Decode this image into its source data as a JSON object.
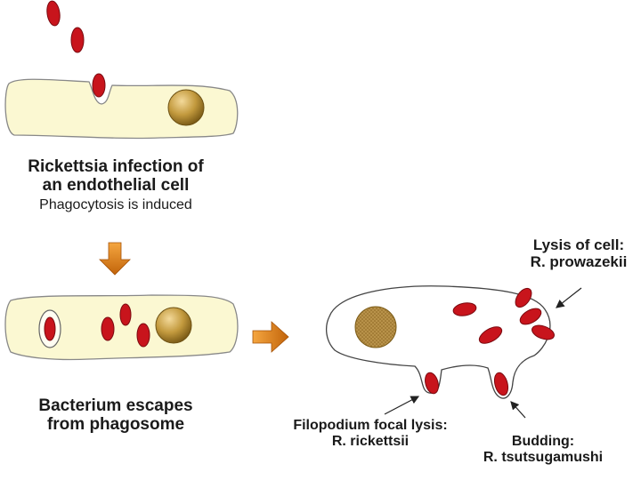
{
  "labels": {
    "infection_line1": "Rickettsia infection of",
    "infection_line2": "an endothelial cell",
    "infection_sub": "Phagocytosis is induced",
    "escape_line1": "Bacterium escapes",
    "escape_line2": "from phagosome",
    "lysis_line1": "Lysis of cell:",
    "lysis_line2": "R. prowazekii",
    "filopodium_line1": "Filopodium focal lysis:",
    "filopodium_line2": "R. rickettsii",
    "budding_line1": "Budding:",
    "budding_line2": "R. tsutsugamushi"
  },
  "colors": {
    "cell_fill": "#fbf8d2",
    "cell_stroke": "#888888",
    "bacterium": "#c8141c",
    "nucleus": "#b08a2e",
    "arrow": "#e07b12"
  }
}
